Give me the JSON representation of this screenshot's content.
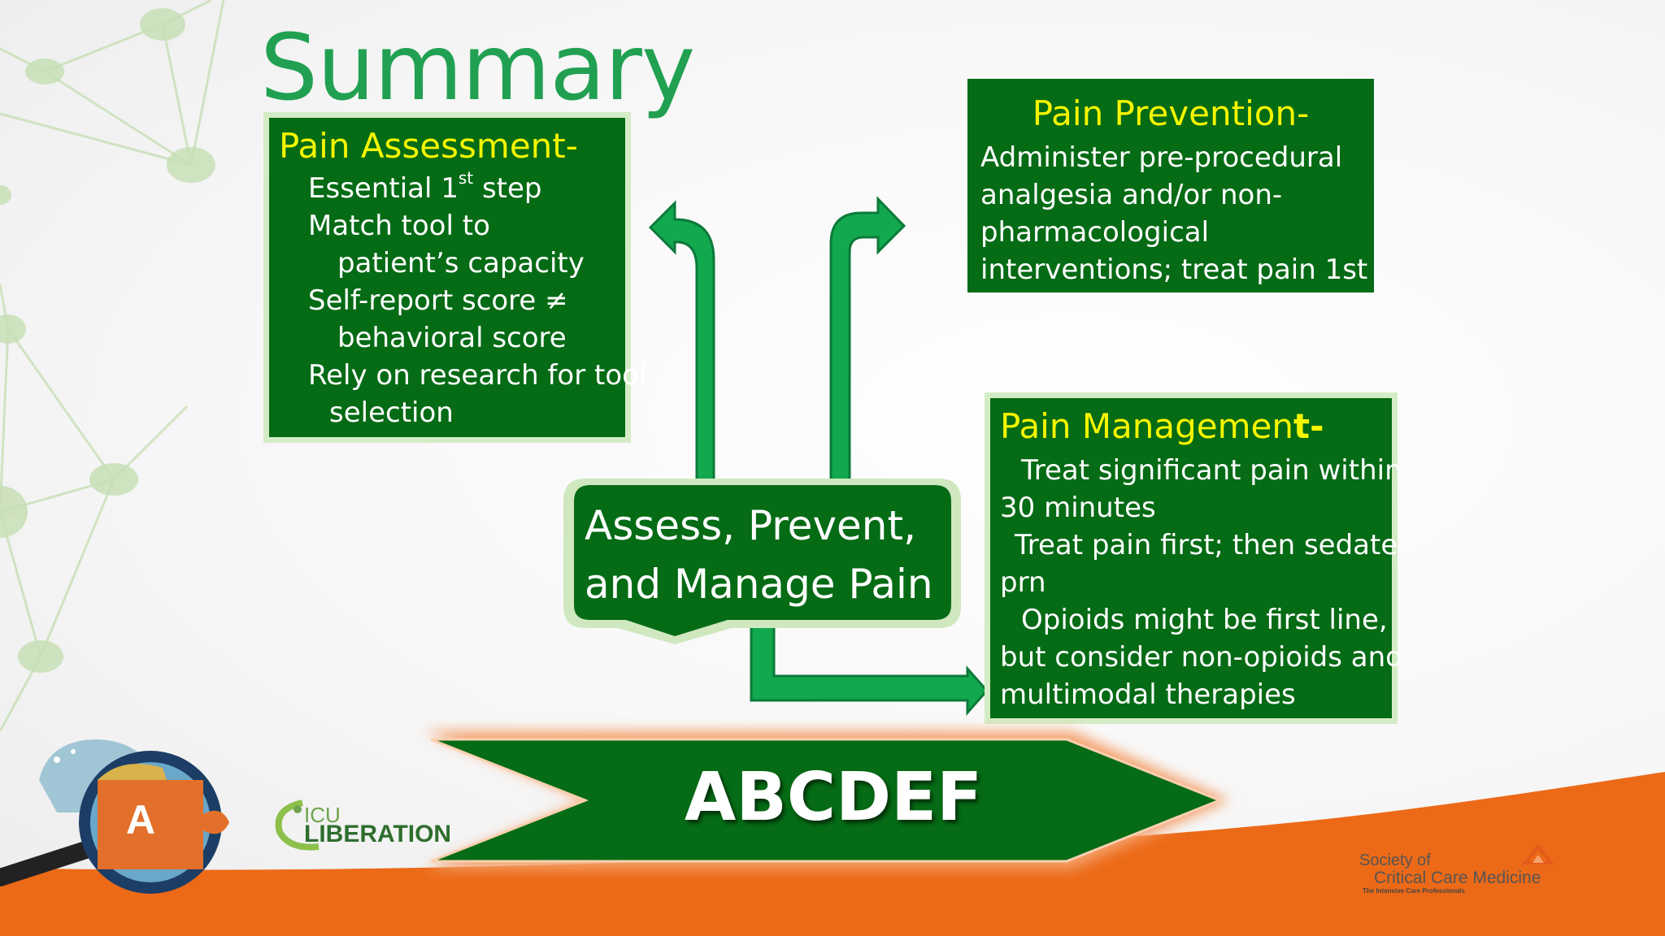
{
  "slide": {
    "title": "Summary"
  },
  "pain_assessment": {
    "heading": "Pain Assessment-",
    "line1_pre": "Essential 1",
    "line1_sup": "st",
    "line1_post": " step",
    "line2": "Match tool to",
    "line3": "patient’s capacity",
    "line4": "Self-report score ≠",
    "line5": "behavioral score",
    "line6": "Rely on research for tool",
    "line7": "selection"
  },
  "pain_prevention": {
    "heading": "Pain Prevention-",
    "line1": "Administer pre-procedural",
    "line2": "analgesia and/or non-",
    "line3": "pharmacological",
    "line4": "interventions; treat pain 1st"
  },
  "pain_management": {
    "heading_main": "Pain Managemen",
    "heading_bold": "t-",
    "line1": "Treat significant pain within",
    "line2": "30 minutes",
    "line3": "Treat pain first; then sedate",
    "line4": "prn",
    "line5": "Opioids might be first line,",
    "line6": "but consider non-opioids and",
    "line7": "multimodal therapies"
  },
  "center": {
    "line1": "Assess,  Prevent,",
    "line2": "and Manage Pain"
  },
  "banner": {
    "label": "ABCDEF"
  },
  "logos": {
    "badge_letter": "A",
    "icu_line1": "ICU",
    "icu_line2": "LIBERATION",
    "scc_line1": "Society of",
    "scc_line2": "Critical Care Medicine",
    "scc_line3": "The Intensive Care Professionals"
  },
  "colors": {
    "box_green": "#056b15",
    "heading_yellow": "#f5f500",
    "title_green": "#21a052",
    "arrow_green": "#12a84e",
    "bottom_orange": "#ec6a17"
  }
}
